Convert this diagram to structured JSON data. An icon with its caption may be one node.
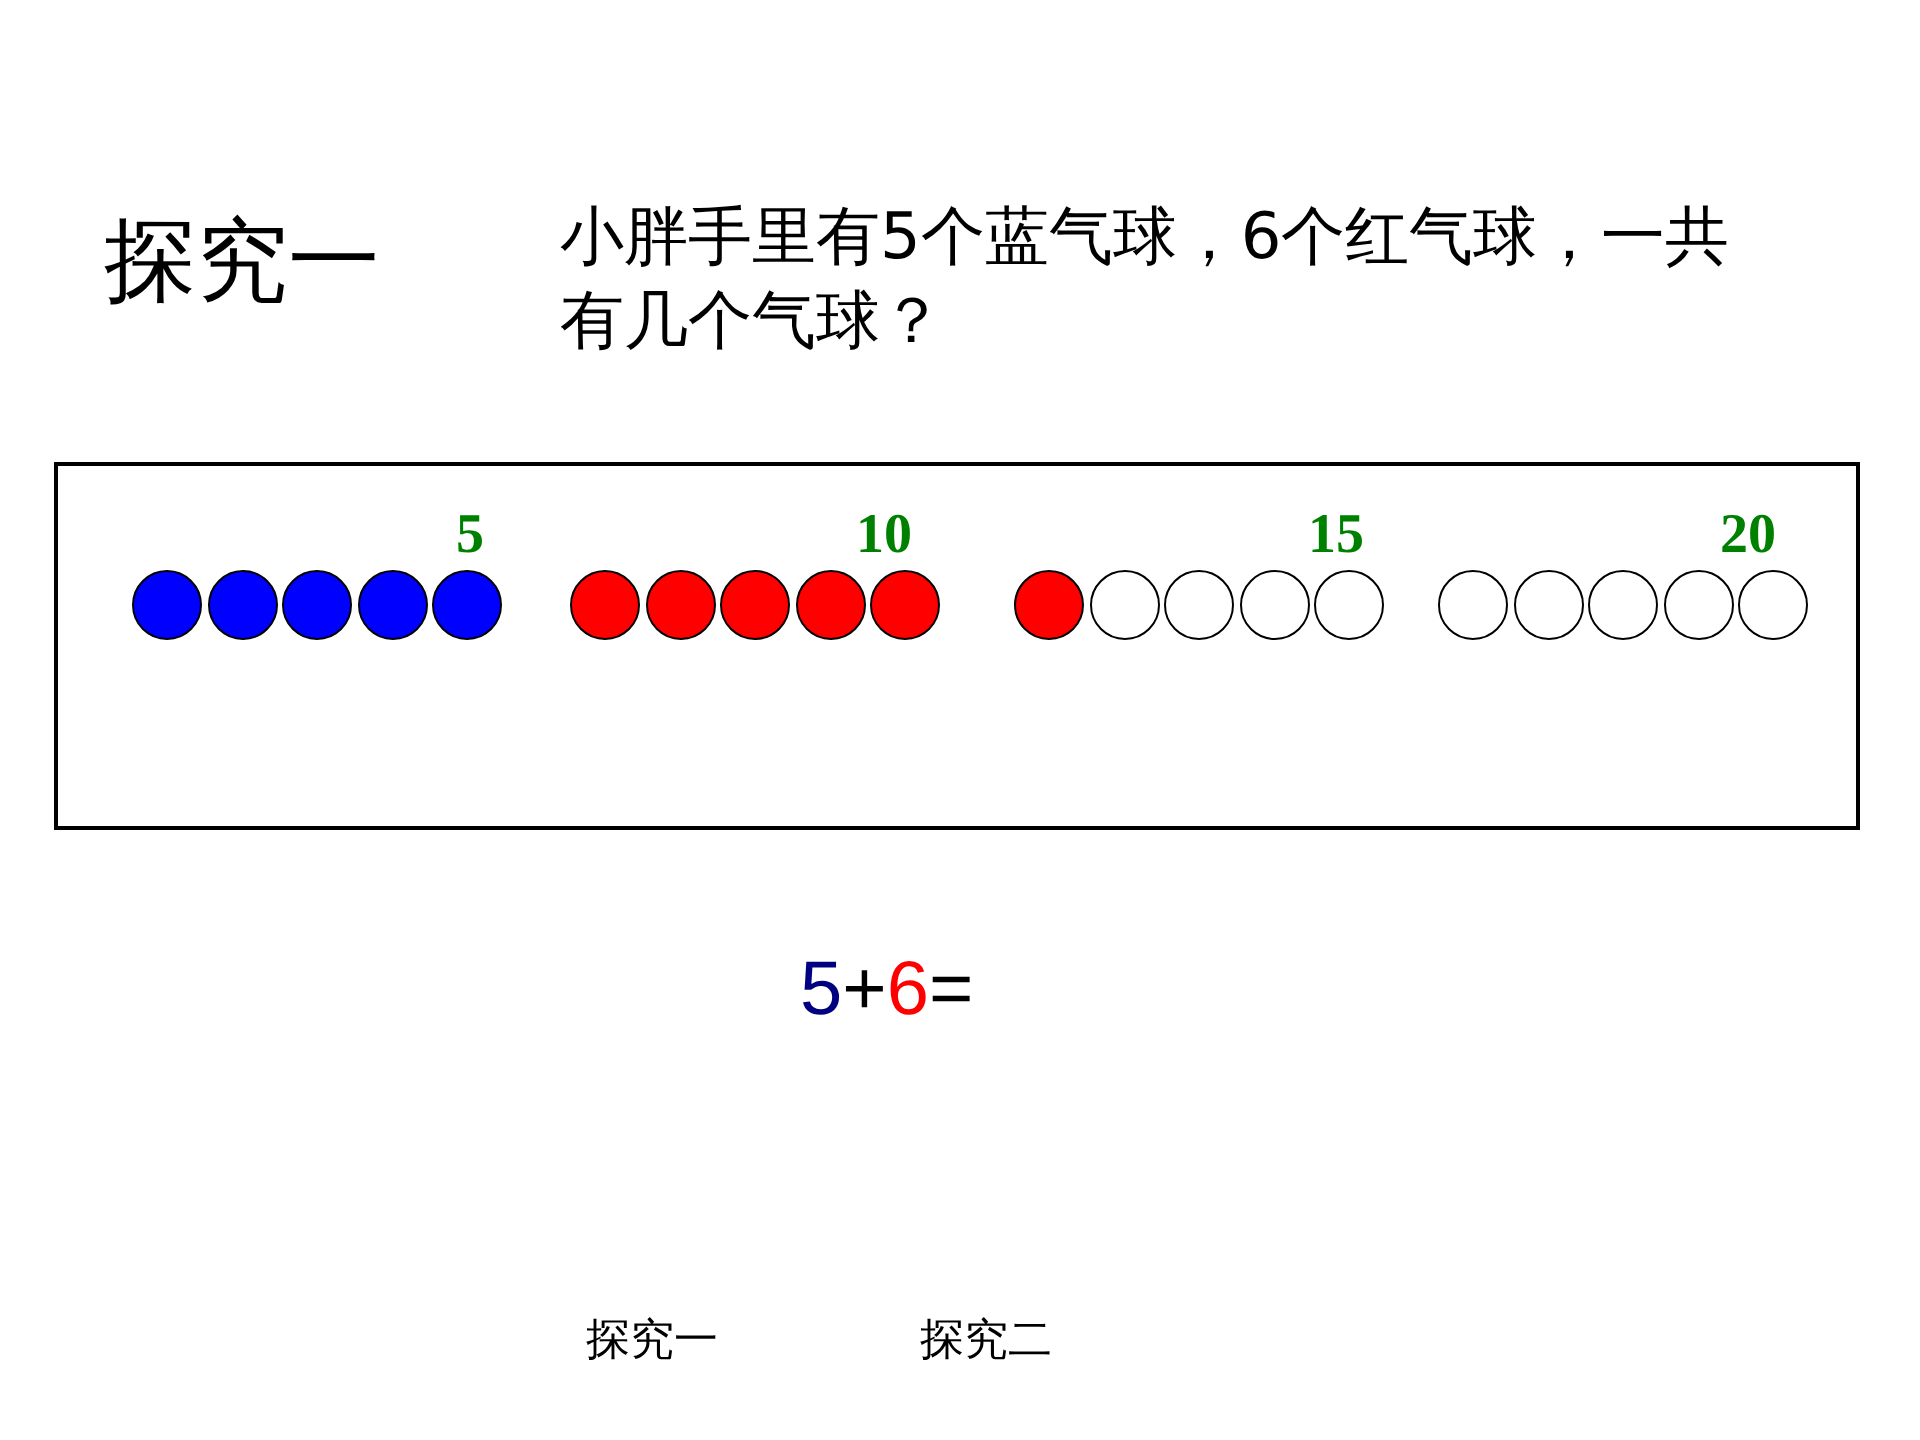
{
  "diagram": {
    "title": "探究一",
    "nodes": [
      {
        "text": [],
        "shape": "box"
      },
      {
        "text": [],
        "shape": "circle",
        "in": 0
      },
      {
        "text": [],
        "shape": "circle",
        "in": 0
      },
      {
        "text": [],
        "shape": "circle",
        "in": 0
      },
      {
        "text": [],
        "shape": "circle",
        "in": 0
      },
      {
        "text": [],
        "shape": "circle",
        "in": 0
      },
      {
        "text": [],
        "shape": "circle",
        "in": 0
      },
      {
        "text": [],
        "shape": "circle",
        "in": 0
      },
      {
        "text": [],
        "shape": "circle",
        "in": 0
      },
      {
        "text": [],
        "shape": "circle",
        "in": 0
      },
      {
        "text": [],
        "shape": "circle",
        "in": 0
      },
      {
        "text": [],
        "shape": "circle",
        "in": 0
      },
      {
        "text": [],
        "shape": "circle",
        "in": 0
      },
      {
        "text": [],
        "shape": "circle",
        "in": 0
      },
      {
        "text": [],
        "shape": "circle",
        "in": 0
      },
      {
        "text": [],
        "shape": "circle",
        "in": 0
      },
      {
        "text": [],
        "shape": "circle",
        "in": 0
      },
      {
        "text": [],
        "shape": "circle",
        "in": 0
      },
      {
        "text": [],
        "shape": "circle",
        "in": 0
      },
      {
        "text": [],
        "shape": "circle",
        "in": 0
      },
      {
        "text": [],
        "shape": "circle",
        "in": 0
      }
    ],
    "edges": [],
    "labels": [
      "小胖手里有5个蓝气球，6个红气球，一共有几个气球？",
      "5",
      "10",
      "15",
      "20",
      "5+6=",
      "探究一",
      "探究二"
    ]
  }
}
